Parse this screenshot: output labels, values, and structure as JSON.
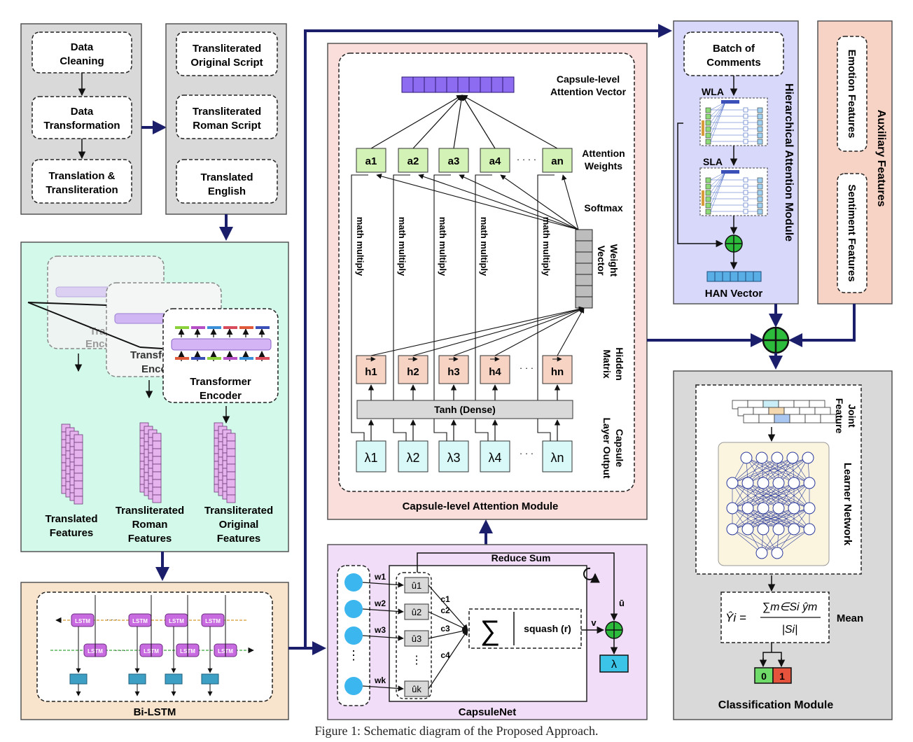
{
  "preprocessing": {
    "steps": [
      "Data Cleaning",
      "Data Transformation",
      "Translation & Transliteration"
    ],
    "outputs": [
      "Transliterated Original Script",
      "Transliterated Roman Script",
      "Translated English"
    ]
  },
  "transformer": {
    "encoder_label": "Transformer Encoder",
    "features": [
      "Translated Features",
      "Transliterated Roman Features",
      "Transliterated Original Features"
    ]
  },
  "bilstm": {
    "title": "Bi-LSTM",
    "cell_label": "LSTM"
  },
  "capsule_attention": {
    "title": "Capsule-level Attention Module",
    "vector_label": "Capsule-level Attention Vector",
    "weights_label": "Attention Weights",
    "weights": [
      "a1",
      "a2",
      "a3",
      "a4",
      "an"
    ],
    "softmax": "Softmax",
    "weight_vector": "Weight Vector",
    "multiply": "math multiply",
    "hidden_label": "Hidden Matrix",
    "hidden": [
      "h1",
      "h2",
      "h3",
      "h4",
      "hn"
    ],
    "tanh": "Tanh (Dense)",
    "capsule_output_label": "Capsule Layer Output",
    "lambdas": [
      "λ1",
      "λ2",
      "λ3",
      "λ4",
      "λn"
    ]
  },
  "capsnet": {
    "title": "CapsuleNet",
    "reduce": "Reduce Sum",
    "weights": [
      "w1",
      "w2",
      "w3",
      "wk"
    ],
    "u_hat": [
      "û1",
      "û2",
      "û3",
      "ûk"
    ],
    "couplings": [
      "c1",
      "c2",
      "c3",
      "c4"
    ],
    "squash": "squash (r)",
    "v": "v",
    "u_bar": "ū",
    "lambda": "λ"
  },
  "han": {
    "title": "Hierarchical Attention Module",
    "batch": "Batch of Comments",
    "wla": "WLA",
    "sla": "SLA",
    "vector": "HAN Vector"
  },
  "auxiliary": {
    "title": "Auxiliary Features",
    "items": [
      "Emotion Features",
      "Sentiment Features"
    ]
  },
  "classification": {
    "title": "Classification Module",
    "joint": "Joint Feature",
    "learner": "Learner Network",
    "mean": "Mean",
    "formula_lhs": "Ŷi =",
    "formula_num": "∑m∈Si ŷm",
    "formula_den": "|Si|",
    "outputs": [
      "0",
      "1"
    ]
  },
  "caption": "Figure 1: Schematic diagram of the Proposed Approach."
}
